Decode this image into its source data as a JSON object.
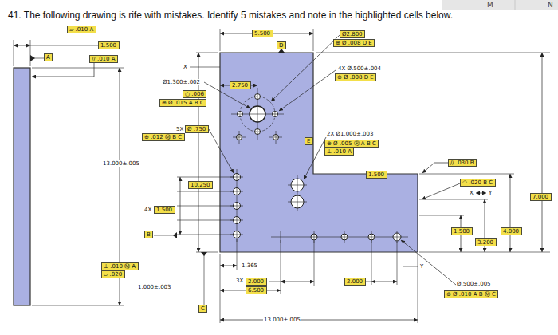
{
  "diagram": {
    "title": "41. The following drawing is rife with mistakes. Identify 5 mistakes and note in the highlighted cells below.",
    "nodes": [
      {
        "text": [
          "▱ .010 A"
        ]
      },
      {
        "text": [
          "1.500"
        ]
      },
      {
        "text": [
          "5.500"
        ]
      },
      {
        "text": [
          "D"
        ]
      },
      {
        "text": [
          "Ø2.800"
        ]
      },
      {
        "text": [
          "⊕ Ø .008 D E"
        ]
      },
      {
        "text": [
          "A"
        ]
      },
      {
        "text": [
          "// .010 A"
        ]
      },
      {
        "text": [
          "⊕ Ø .008 D E"
        ]
      },
      {
        "text": [
          "2.750"
        ]
      },
      {
        "text": [
          "○ .006"
        ]
      },
      {
        "text": [
          "⊕ Ø .015 A B C"
        ]
      },
      {
        "text": [
          "Ø .750"
        ]
      },
      {
        "text": [
          "⊕ .012 Ⓜ B C"
        ]
      },
      {
        "text": [
          "E"
        ]
      },
      {
        "text": [
          "⊕ Ø .005 Ⓟ A B C"
        ]
      },
      {
        "text": [
          "⊥ .010 A"
        ]
      },
      {
        "text": [
          "// .030 B"
        ]
      },
      {
        "text": [
          "1.500"
        ]
      },
      {
        "text": [
          "◠ .020 B C"
        ]
      },
      {
        "text": [
          "10.250"
        ]
      },
      {
        "text": [
          "7.000"
        ]
      },
      {
        "text": [
          "1.500"
        ]
      },
      {
        "text": [
          "B"
        ]
      },
      {
        "text": [
          "1.500"
        ]
      },
      {
        "text": [
          "4.000"
        ]
      },
      {
        "text": [
          "3.200"
        ]
      },
      {
        "text": [
          "⊥ .010 Ⓜ A"
        ]
      },
      {
        "text": [
          "▱ .020"
        ]
      },
      {
        "text": [
          "2.000"
        ]
      },
      {
        "text": [
          "2.000"
        ]
      },
      {
        "text": [
          "6.500"
        ]
      },
      {
        "text": [
          "⊕ Ø .010 A B Ⓜ C"
        ]
      },
      {
        "text": [
          "C"
        ]
      }
    ],
    "labels": [
      "M",
      "N",
      "X",
      "4X Ø.500±.004",
      "Ø1.300±.002",
      "5X",
      "2X Ø1.000±.003",
      "13.000±.005",
      "X",
      "Y",
      "4X",
      "1.365",
      "1.000±.003",
      "3X",
      "Y",
      "Ø.500±.005",
      "13.000±.005"
    ]
  }
}
